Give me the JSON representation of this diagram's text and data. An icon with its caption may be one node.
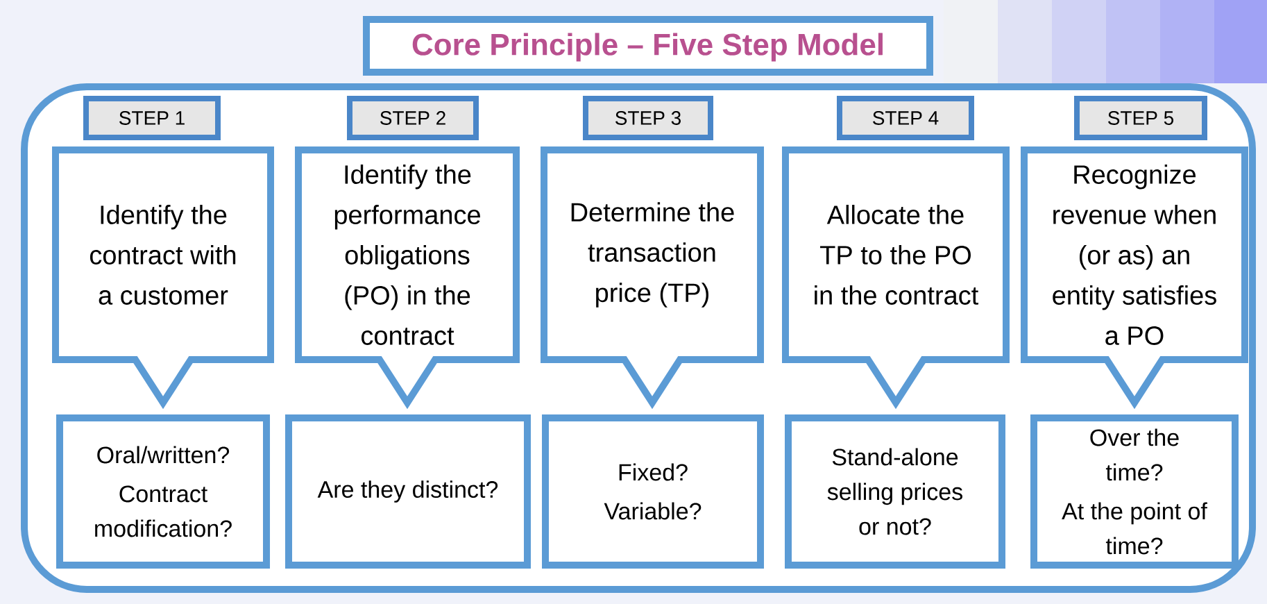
{
  "diagram": {
    "title": "Core Principle – Five Step Model",
    "nodes": [
      {
        "text": [],
        "shape": "box"
      },
      {
        "text": [
          "STEP 1"
        ],
        "in": 0
      },
      {
        "text": [
          "Identify the contract with a customer"
        ],
        "in": 0
      },
      {
        "text": [
          "Oral/written?",
          "Contract modification?"
        ],
        "in": 0
      },
      {
        "text": [
          "STEP 2"
        ],
        "in": 0
      },
      {
        "text": [
          "Identify the performance obligations (PO) in the contract"
        ],
        "in": 0
      },
      {
        "text": [
          "Are they distinct?"
        ],
        "in": 0
      },
      {
        "text": [
          "STEP 3"
        ],
        "in": 0
      },
      {
        "text": [
          "Determine the transaction price (TP)"
        ],
        "in": 0
      },
      {
        "text": [
          "Fixed?",
          "Variable?"
        ],
        "in": 0
      },
      {
        "text": [
          "STEP 4"
        ],
        "in": 0
      },
      {
        "text": [
          "Allocate the TP to the PO in the contract"
        ],
        "in": 0
      },
      {
        "text": [
          "Stand-alone selling prices or not?"
        ],
        "in": 0
      },
      {
        "text": [
          "STEP 5"
        ],
        "in": 0
      },
      {
        "text": [
          "Recognize revenue when (or as) an entity satisfies a PO"
        ],
        "in": 0
      },
      {
        "text": [
          "Over the time?",
          "At the point of time?"
        ],
        "in": 0
      }
    ]
  }
}
